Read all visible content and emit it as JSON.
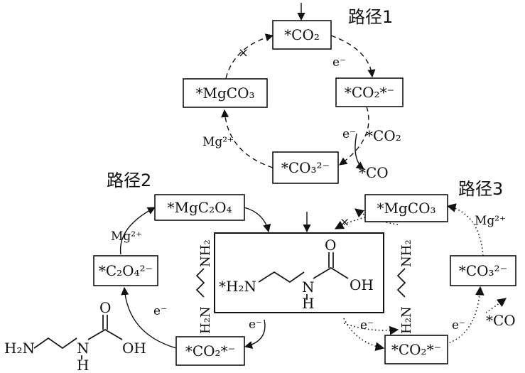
{
  "routes": {
    "r1": "路径1",
    "r2": "路径2",
    "r3": "路径3"
  },
  "species": {
    "co2": "*CO₂",
    "co2_anion": "*CO₂*⁻",
    "co3_2": "*CO₃²⁻",
    "mgco3": "*MgCO₃",
    "mgc2o4": "*MgC₂O₄",
    "c2o4": "*C₂O₄²⁻",
    "co": "*CO",
    "co2_free": "*CO₂"
  },
  "labels": {
    "electron": "e⁻",
    "mg": "Mg²⁺",
    "block": "×",
    "nh2": "NH₂",
    "h2n": "H₂N",
    "ah": "*H₂N",
    "fh2n": "H₂N",
    "nh": "N",
    "h": "H",
    "o": "O",
    "oh": "OH"
  },
  "colors": {
    "ink": "#111111",
    "paper": "#ffffff"
  }
}
